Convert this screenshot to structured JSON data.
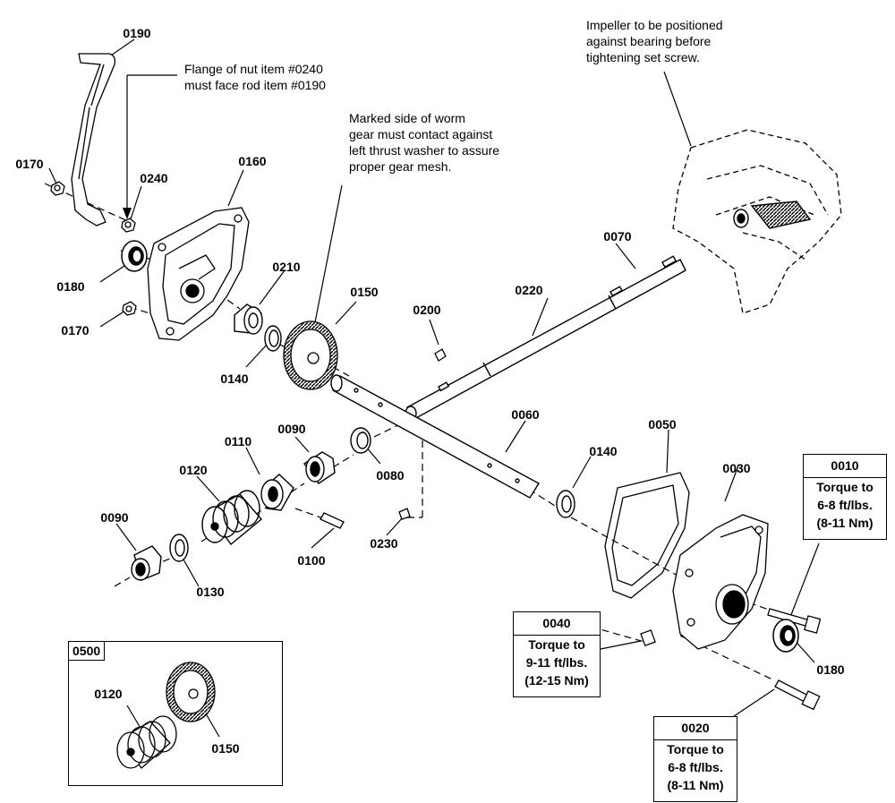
{
  "part_labels": {
    "p0190": "0190",
    "p0170a": "0170",
    "p0240": "0240",
    "p0160": "0160",
    "p0180a": "0180",
    "p0170b": "0170",
    "p0210": "0210",
    "p0150a": "0150",
    "p0140a": "0140",
    "p0200": "0200",
    "p0220": "0220",
    "p0070": "0070",
    "p0090a": "0090",
    "p0110": "0110",
    "p0120a": "0120",
    "p0080": "0080",
    "p0060": "0060",
    "p0050": "0050",
    "p0140b": "0140",
    "p0030": "0030",
    "p0090b": "0090",
    "p0130": "0130",
    "p0100": "0100",
    "p0230": "0230",
    "p0180b": "0180",
    "p0120b": "0120",
    "p0150b": "0150"
  },
  "notes": {
    "flange_line1": "Flange of nut item #0240",
    "flange_line2": "must face rod item #0190",
    "worm_line1": "Marked side of worm",
    "worm_line2": "gear must contact against",
    "worm_line3": "left thrust washer to assure",
    "worm_line4": "proper gear mesh.",
    "impeller_line1": "Impeller to be positioned",
    "impeller_line2": "against bearing before",
    "impeller_line3": "tightening set screw."
  },
  "torque_boxes": {
    "b0010": {
      "id": "0010",
      "line1": "Torque to",
      "line2": "6-8 ft/lbs.",
      "line3": "(8-11 Nm)"
    },
    "b0040": {
      "id": "0040",
      "line1": "Torque to",
      "line2": "9-11 ft/lbs.",
      "line3": "(12-15 Nm)"
    },
    "b0020": {
      "id": "0020",
      "line1": "Torque to",
      "line2": "6-8 ft/lbs.",
      "line3": "(8-11 Nm)"
    }
  },
  "kit": {
    "id": "0500"
  }
}
